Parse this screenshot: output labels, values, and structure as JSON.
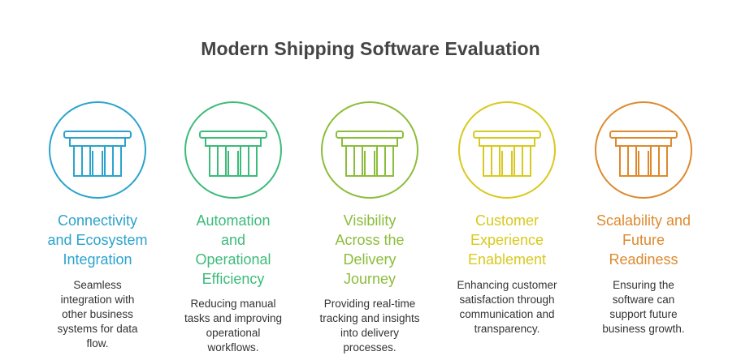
{
  "title": "Modern Shipping Software Evaluation",
  "icon": "pillar-column-icon",
  "pillars": [
    {
      "heading": "Connectivity\nand Ecosystem\nIntegration",
      "description": "Seamless\nintegration with\nother business\nsystems for data\nflow.",
      "color": "#2ba3cc"
    },
    {
      "heading": "Automation\nand\nOperational\nEfficiency",
      "description": "Reducing manual\ntasks and improving\noperational\nworkflows.",
      "color": "#3dbb7a"
    },
    {
      "heading": "Visibility\nAcross the\nDelivery\nJourney",
      "description": "Providing real-time\ntracking and insights\ninto delivery\nprocesses.",
      "color": "#8cbd3a"
    },
    {
      "heading": "Customer\nExperience\nEnablement",
      "description": "Enhancing customer\nsatisfaction through\ncommunication and\ntransparency.",
      "color": "#d8c91e"
    },
    {
      "heading": "Scalability and\nFuture\nReadiness",
      "description": "Ensuring the\nsoftware can\nsupport future\nbusiness growth.",
      "color": "#dd8a2e"
    }
  ]
}
